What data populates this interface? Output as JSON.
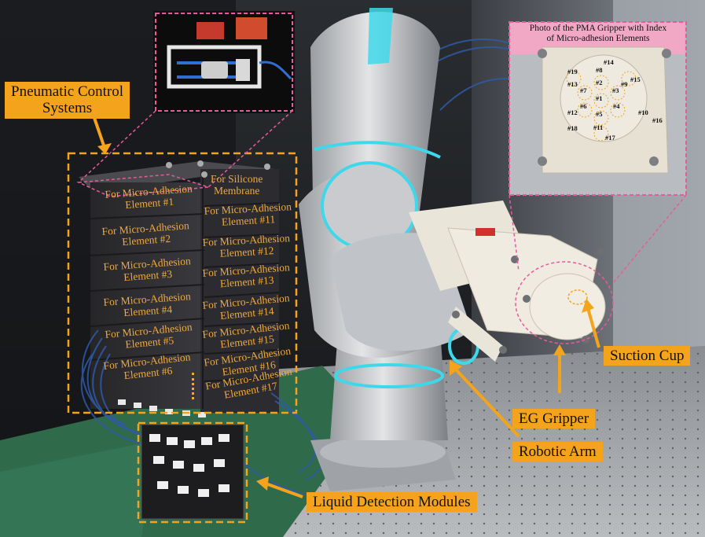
{
  "inset": {
    "title_line1": "Photo of the PMA Gripper with Index",
    "title_line2": "of Micro-adhesion Elements",
    "element_indices": [
      "#1",
      "#2",
      "#3",
      "#4",
      "#5",
      "#6",
      "#7",
      "#8",
      "#9",
      "#10",
      "#11",
      "#12",
      "#13",
      "#14",
      "#15",
      "#16",
      "#17",
      "#18",
      "#19"
    ]
  },
  "callouts": {
    "pneumatic_line1": "Pneumatic Control",
    "pneumatic_line2": "Systems",
    "suction_cup": "Suction Cup",
    "eg_gripper": "EG Gripper",
    "robotic_arm": "Robotic Arm",
    "liquid_detection": "Liquid Detection Modules"
  },
  "modules": {
    "left": [
      {
        "line1": "For Micro-Adhesion",
        "line2": "Element #1"
      },
      {
        "line1": "For Micro-Adhesion",
        "line2": "Element #2"
      },
      {
        "line1": "For Micro-Adhesion",
        "line2": "Element #3"
      },
      {
        "line1": "For Micro-Adhesion",
        "line2": "Element #4"
      },
      {
        "line1": "For Micro-Adhesion",
        "line2": "Element #5"
      },
      {
        "line1": "For Micro-Adhesion",
        "line2": "Element #6"
      }
    ],
    "right": [
      {
        "line1": "For Silicone",
        "line2": "Membrane"
      },
      {
        "line1": "For Micro-Adhesion",
        "line2": "Element #11"
      },
      {
        "line1": "For Micro-Adhesion",
        "line2": "Element #12"
      },
      {
        "line1": "For Micro-Adhesion",
        "line2": "Element #13"
      },
      {
        "line1": "For Micro-Adhesion",
        "line2": "Element #14"
      },
      {
        "line1": "For Micro-Adhesion",
        "line2": "Element #15"
      },
      {
        "line1": "For Micro-Adhesion",
        "line2": "Element #16"
      },
      {
        "line1": "For Micro-Adhesion",
        "line2": "Element #17"
      }
    ]
  },
  "colors": {
    "callout_fill": "#f4a41c",
    "module_text": "#f2a93b",
    "dashed_orange": "#f4a41c",
    "dashed_pink": "#e85a9a",
    "inset_title_fill": "#f3a7c4",
    "arm_glow": "#3fd8ea"
  }
}
